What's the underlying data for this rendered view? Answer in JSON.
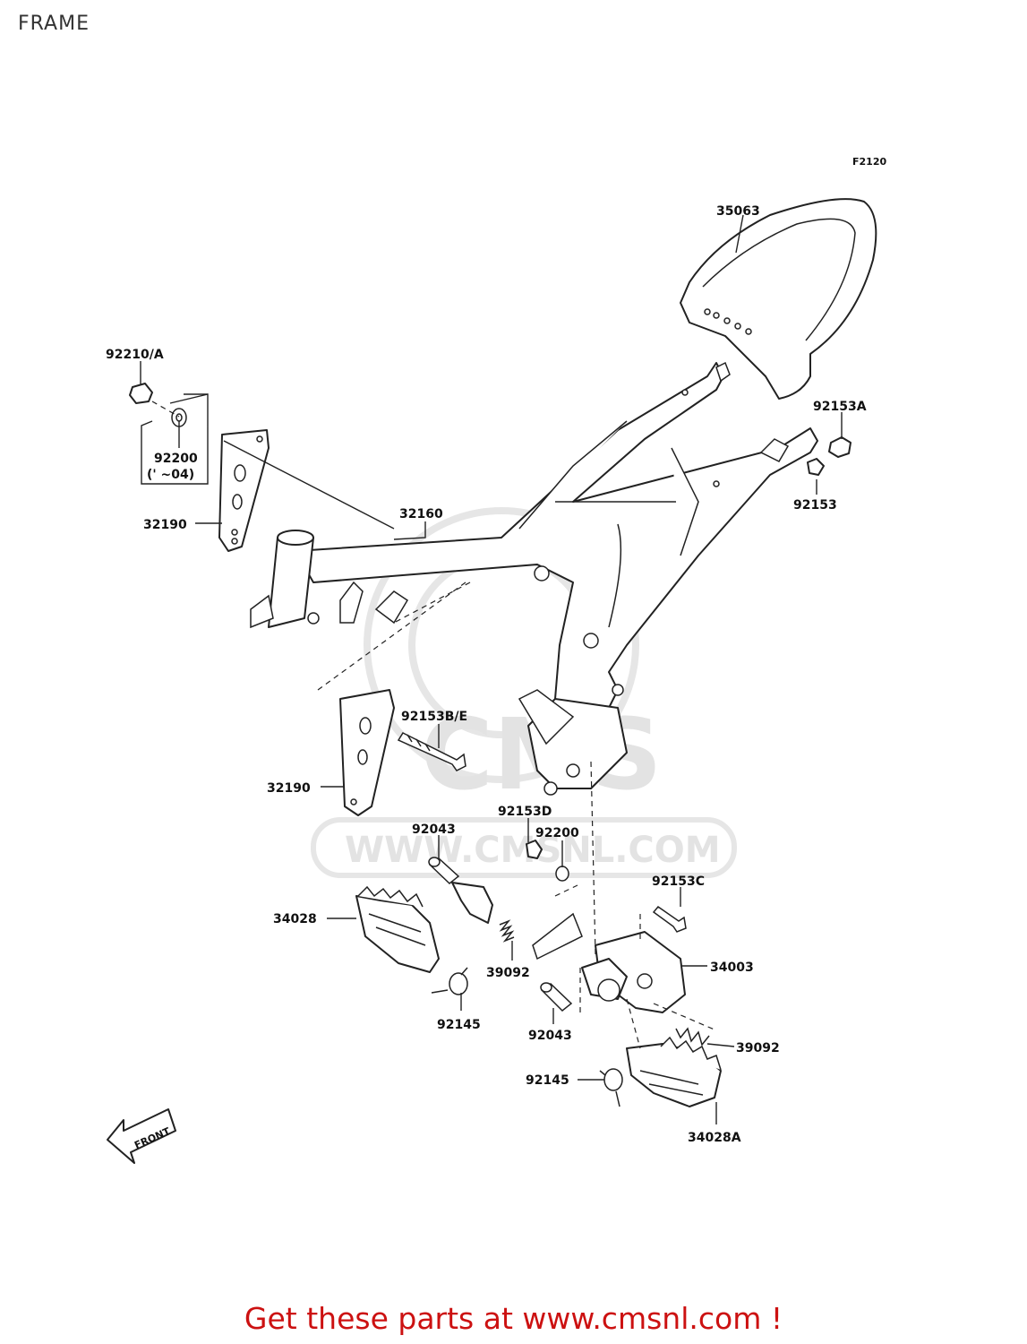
{
  "page": {
    "title": "FRAME",
    "figure_code": "F2120",
    "watermark": {
      "brand": "CMS",
      "url": "WWW.CMSNL.COM"
    },
    "cta_text": "Get these parts at www.cmsnl.com !",
    "cta_color": "#cc1111"
  },
  "diagram": {
    "front_label": "FRONT",
    "callouts": [
      {
        "id": "35063",
        "text": "35063"
      },
      {
        "id": "92210A",
        "text": "92210/A"
      },
      {
        "id": "92200a",
        "text": "92200"
      },
      {
        "id": "92200a_note",
        "text": "(' ~04)"
      },
      {
        "id": "92153A",
        "text": "92153A"
      },
      {
        "id": "92153",
        "text": "92153"
      },
      {
        "id": "32160",
        "text": "32160"
      },
      {
        "id": "32190a",
        "text": "32190"
      },
      {
        "id": "92153BE",
        "text": "92153B/E"
      },
      {
        "id": "32190b",
        "text": "32190"
      },
      {
        "id": "92043a",
        "text": "92043"
      },
      {
        "id": "92153D",
        "text": "92153D"
      },
      {
        "id": "92200b",
        "text": "92200"
      },
      {
        "id": "92153C",
        "text": "92153C"
      },
      {
        "id": "34028",
        "text": "34028"
      },
      {
        "id": "34003",
        "text": "34003"
      },
      {
        "id": "39092a",
        "text": "39092"
      },
      {
        "id": "92145a",
        "text": "92145"
      },
      {
        "id": "92043b",
        "text": "92043"
      },
      {
        "id": "39092b",
        "text": "39092"
      },
      {
        "id": "92145b",
        "text": "92145"
      },
      {
        "id": "34028A",
        "text": "34028A"
      }
    ]
  }
}
